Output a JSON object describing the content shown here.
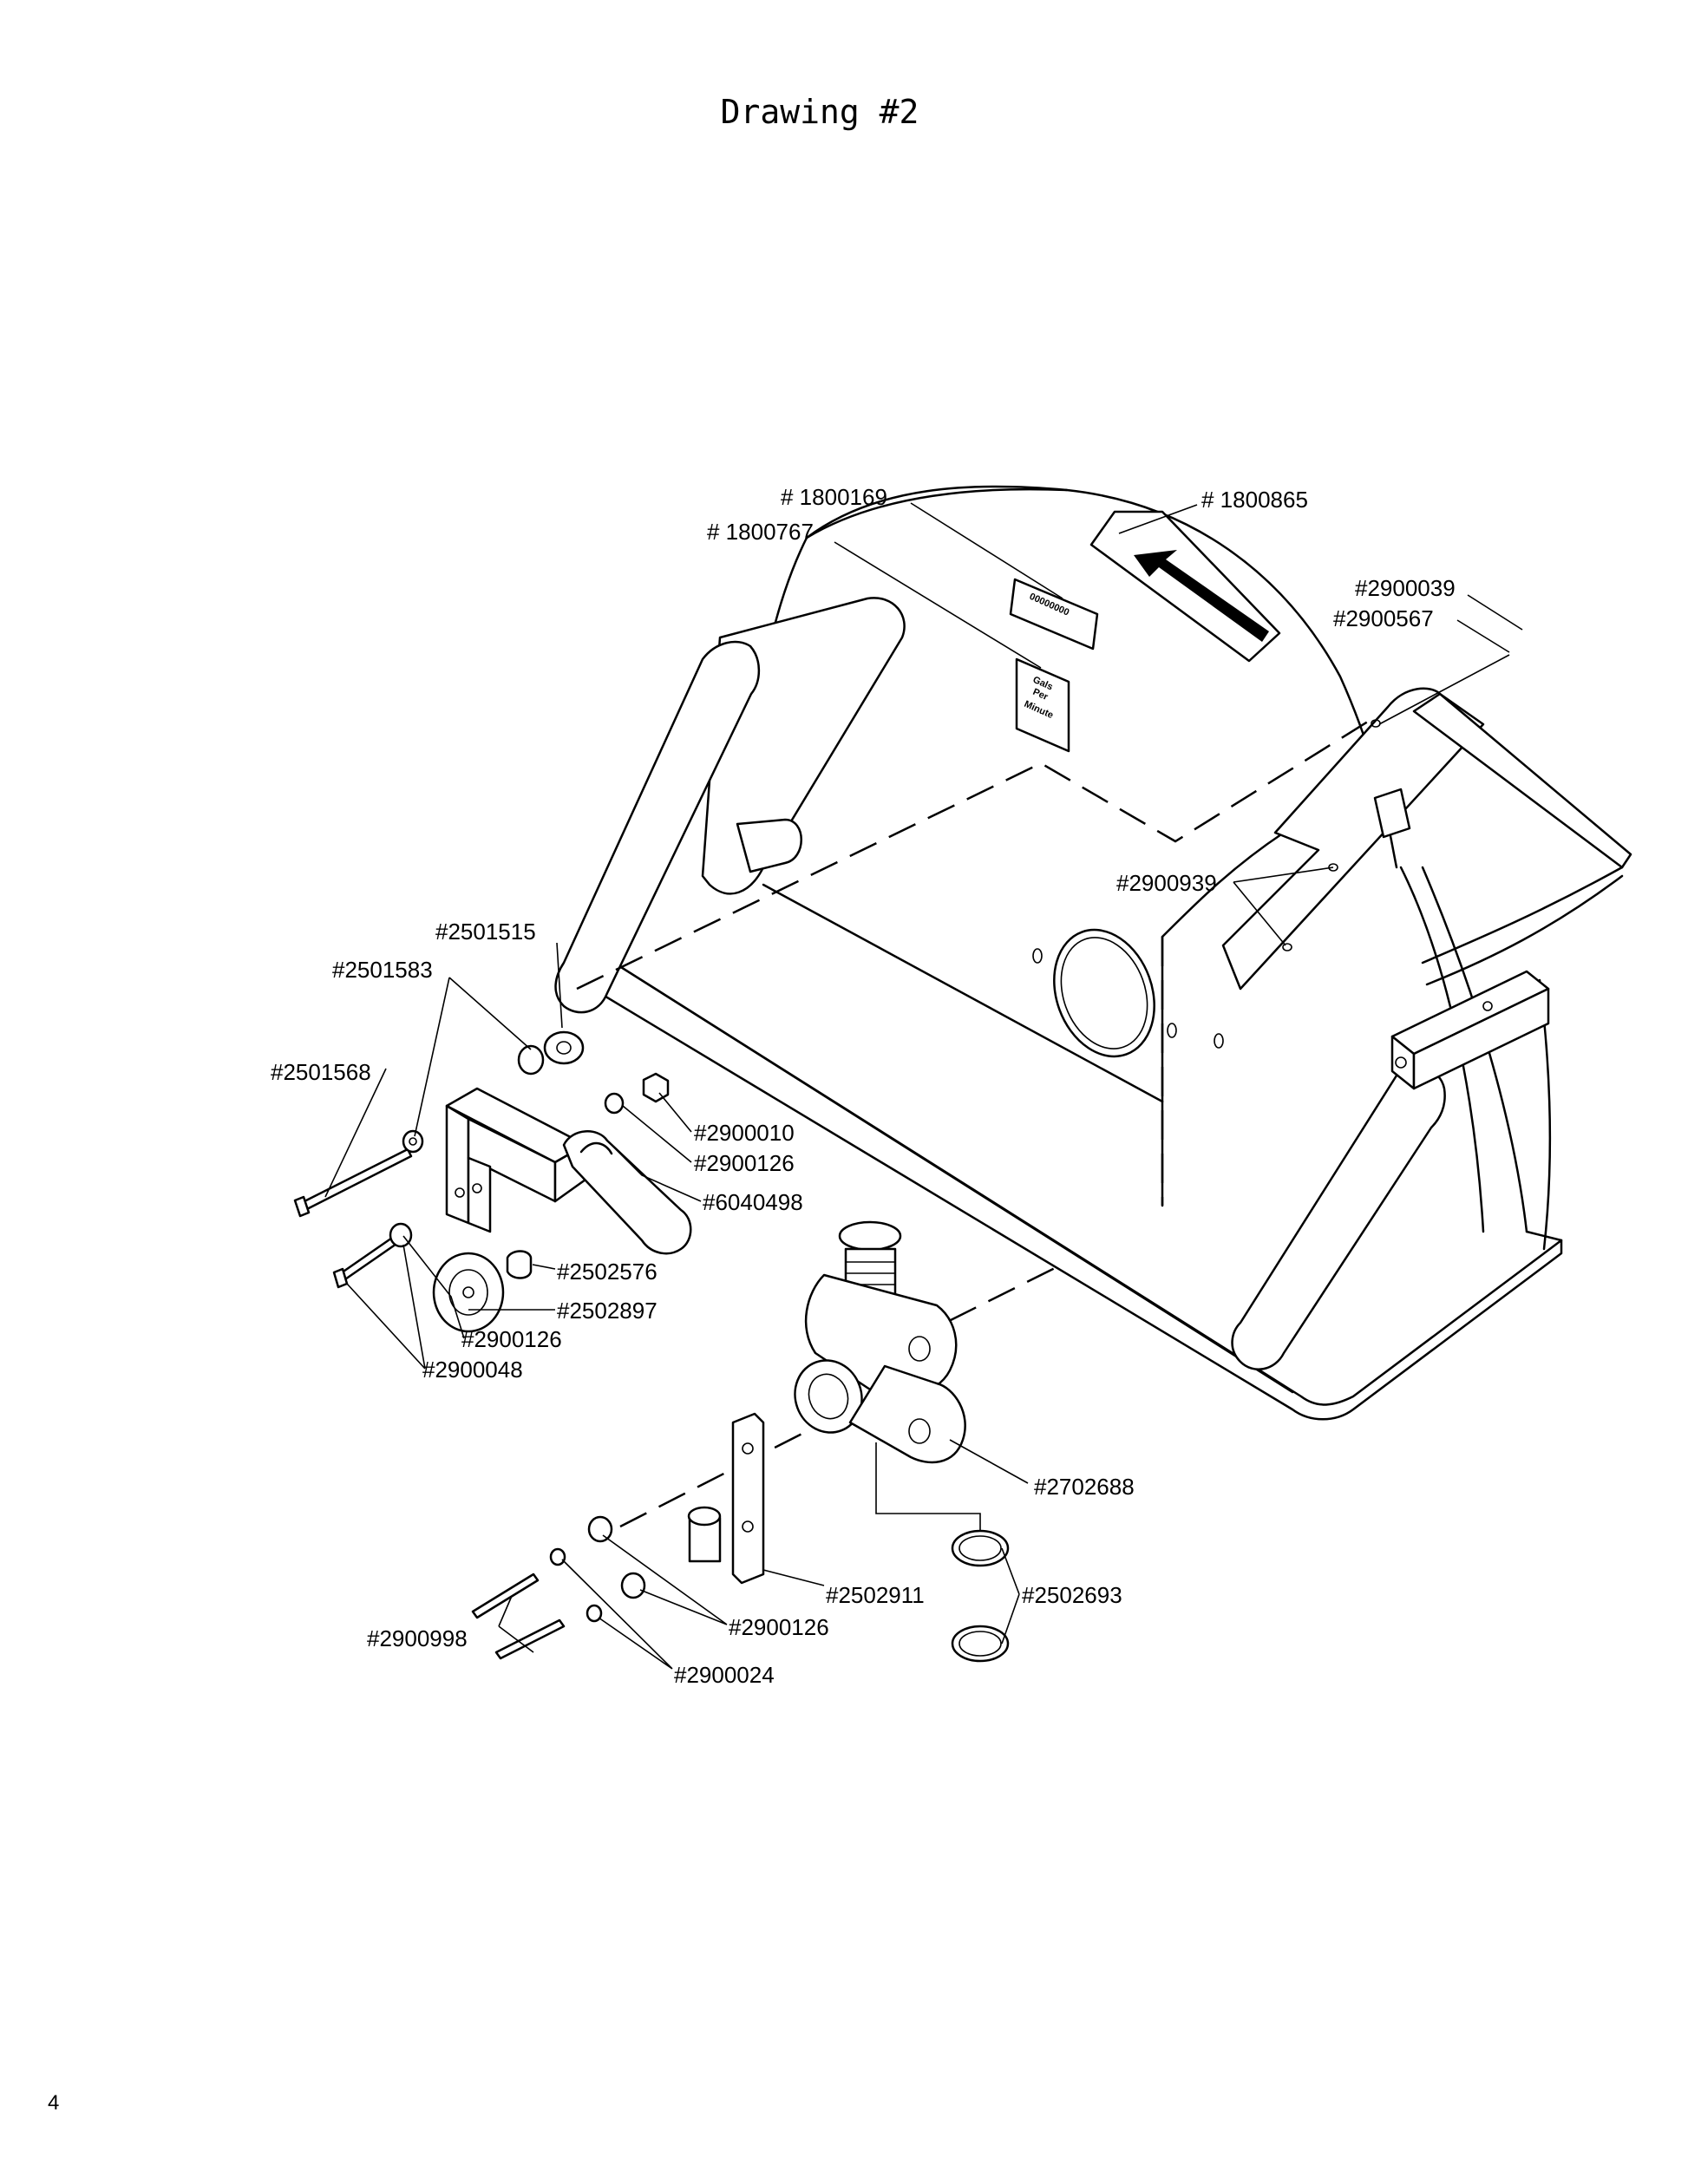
{
  "title": "Drawing #2",
  "page_number": "4",
  "decal_text": {
    "serial": "00000000",
    "gpm_line1": "Gals",
    "gpm_line2": "Per",
    "gpm_line3": "Minute"
  },
  "callouts": {
    "p1800169": "# 1800169",
    "p1800767": "# 1800767",
    "p1800865": "# 1800865",
    "p2900039": "#2900039",
    "p2900567": "#2900567",
    "p2900939": "#2900939",
    "p2501515": "#2501515",
    "p2501583": "#2501583",
    "p2501568": "#2501568",
    "p2900010": "#2900010",
    "p2900126_a": "#2900126",
    "p6040498": "#6040498",
    "p2502576": "#2502576",
    "p2502897": "#2502897",
    "p2900126_b": "#2900126",
    "p2900048": "#2900048",
    "p2702688": "#2702688",
    "p2502911": "#2502911",
    "p2502693": "#2502693",
    "p2900126_c": "#2900126",
    "p2900998": "#2900998",
    "p2900024": "#2900024"
  },
  "icons": {
    "direction_arrow": "rotation-direction-arrow-icon"
  }
}
